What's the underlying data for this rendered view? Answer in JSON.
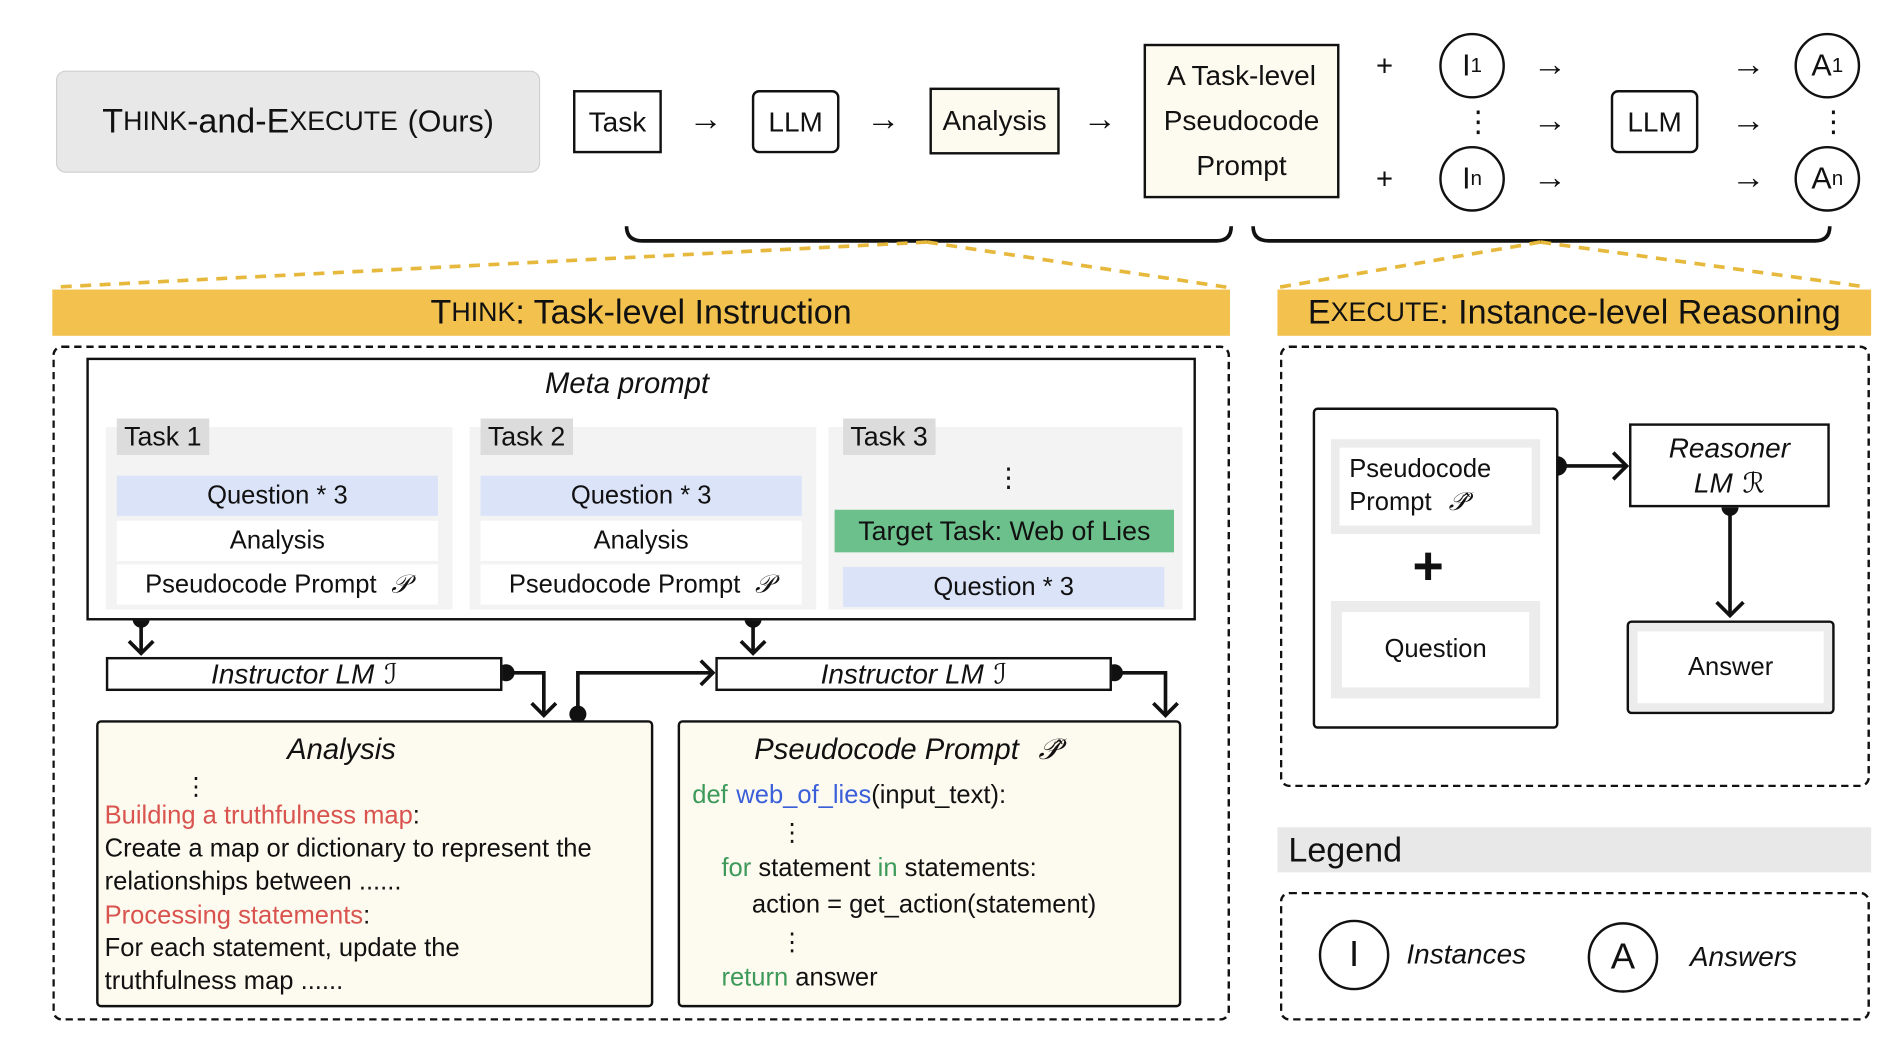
{
  "top": {
    "method_label": "THINK-and-EXECUTE (Ours)",
    "method_big_T": "T",
    "method_hink": "HINK",
    "method_dash_and": "-and-",
    "method_big_E": "E",
    "method_xecute": "XECUTE",
    "method_ours": "(Ours)",
    "task": "Task",
    "llm1": "LLM",
    "analysis": "Analysis",
    "pseudocode_line1": "A Task-level",
    "pseudocode_line2": "Pseudocode",
    "pseudocode_line3": "Prompt",
    "plus": "+",
    "instance_first": "I",
    "instance_first_sub": "1",
    "instance_last": "I",
    "instance_last_sub": "n",
    "llm2": "LLM",
    "answer_first": "A",
    "answer_first_sub": "1",
    "answer_last": "A",
    "answer_last_sub": "n",
    "arrow": "→",
    "vdots": "⋮"
  },
  "think": {
    "banner_big": "T",
    "banner_small": "HINK",
    "banner_rest": ": Task-level Instruction",
    "meta_prompt": "Meta prompt",
    "task1": "Task 1",
    "task2": "Task 2",
    "task3": "Task 3",
    "question_x3": "Question * 3",
    "analysis": "Analysis",
    "pseudocode_prompt": "Pseudocode Prompt",
    "p_symbol": "𝒫",
    "target_task": "Target Task: Web of Lies",
    "instructor": "Instructor LM",
    "i_symbol": "ℐ",
    "vdots": "⋮"
  },
  "analysis_box": {
    "title": "Analysis",
    "heading1": "Building a truthfulness map",
    "colon": ":",
    "body1_line1": "Create a map or dictionary to represent the",
    "body1_line2": "relationships between ......",
    "heading2": "Processing statements",
    "body2_line1": "For each statement, update the",
    "body2_line2": "truthfulness map ......"
  },
  "pseudo_box": {
    "title": "Pseudocode Prompt",
    "p_hat": "𝒫̂",
    "kw_def": "def",
    "fn_name": "web_of_lies",
    "fn_args": "(input_text):",
    "kw_for": "for",
    "for_var": " statement ",
    "kw_in": "in",
    "for_iter": " statements:",
    "action_line": "action = get_action(statement)",
    "kw_return": "return",
    "return_val": " answer"
  },
  "execute": {
    "banner_big": "E",
    "banner_small": "XECUTE",
    "banner_rest": ": Instance-level Reasoning",
    "pseudocode_line1": "Pseudocode",
    "pseudocode_line2": "Prompt",
    "p_hat": "𝒫̂",
    "plus": "+",
    "question": "Question",
    "reasoner_line1": "Reasoner",
    "reasoner_line2": "LM",
    "r_symbol": "ℛ",
    "answer": "Answer"
  },
  "legend": {
    "title": "Legend",
    "i_symbol": "I",
    "instances": "Instances",
    "a_symbol": "A",
    "answers": "Answers"
  },
  "colors": {
    "banner": "#f2c14e",
    "cream": "#fdfbef",
    "question_fill": "#dbe3f8",
    "target_fill": "#6cc08b",
    "red_text": "#d9534f",
    "green_code": "#3d9a5a",
    "blue_code": "#3a5fd9",
    "dashed_connector": "#e6b83c"
  }
}
